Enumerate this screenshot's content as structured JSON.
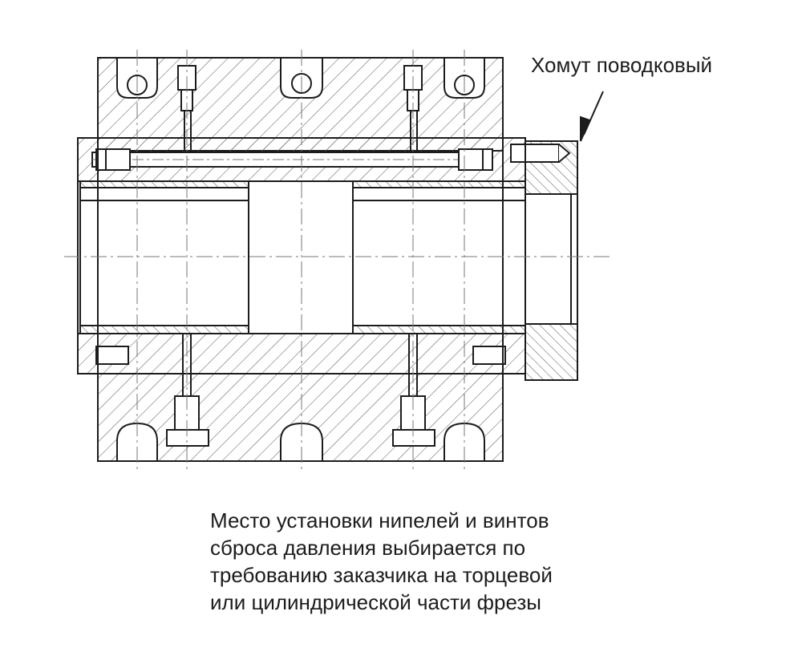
{
  "callout": {
    "label": "Хомут поводковый"
  },
  "note": {
    "lines": [
      "Место установки нипелей и винтов",
      "сброса давления выбирается по",
      "требованию заказчика на торцевой",
      "или цилиндрической части фрезы"
    ]
  },
  "colors": {
    "line": "#1c1c1c",
    "hatch": "#555555",
    "centerline": "#777777",
    "background": "#ffffff"
  }
}
